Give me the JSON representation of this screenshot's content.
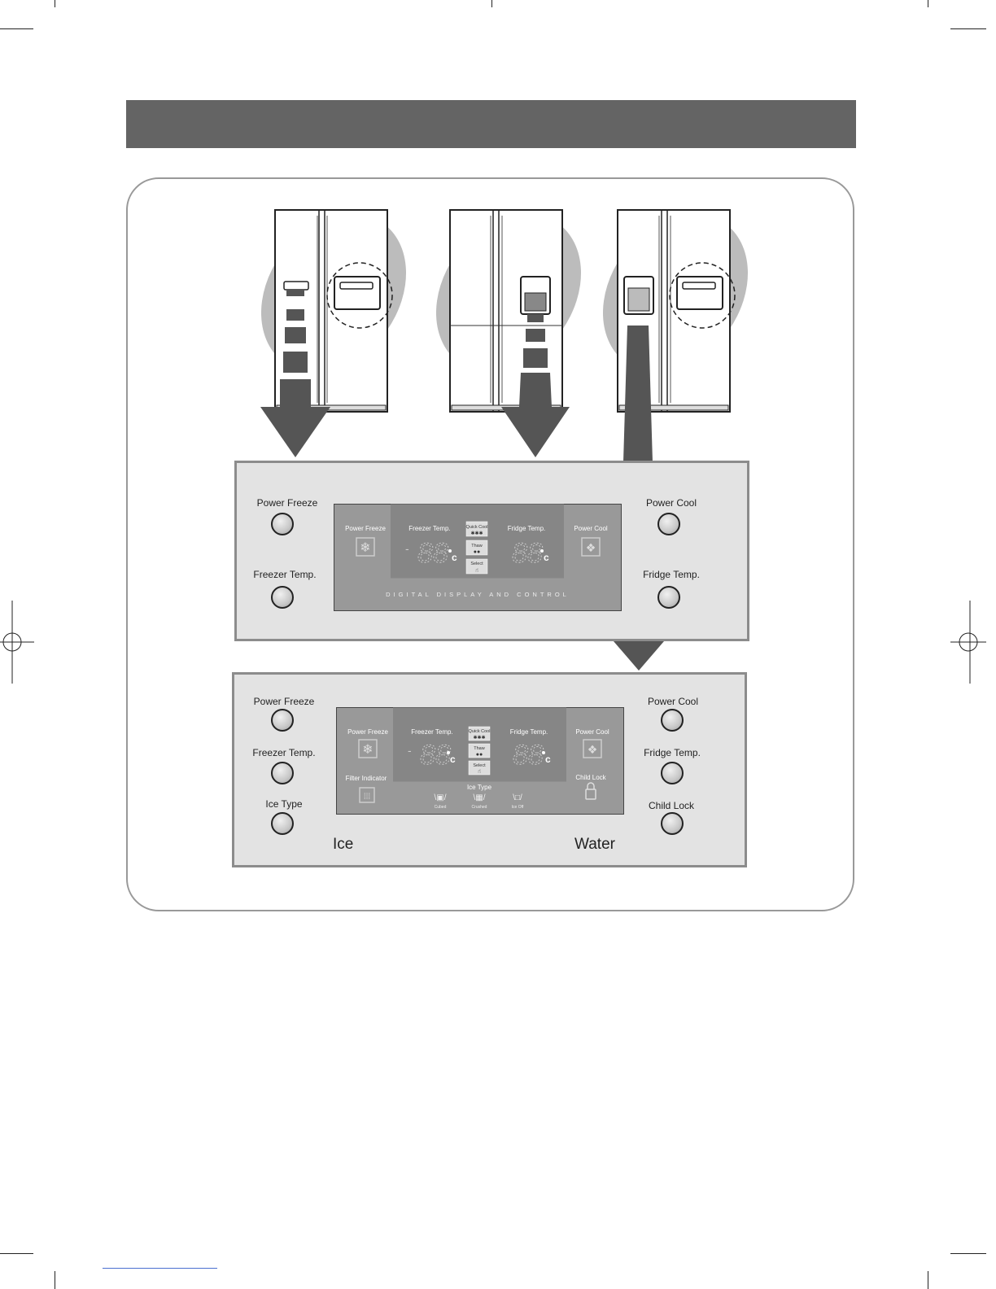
{
  "panel1": {
    "buttons": {
      "power_freeze": "Power Freeze",
      "freezer_temp": "Freezer Temp.",
      "power_cool": "Power Cool",
      "fridge_temp": "Fridge Temp."
    },
    "display": {
      "power_freeze": "Power Freeze",
      "freezer_temp": "Freezer Temp.",
      "fridge_temp": "Fridge Temp.",
      "power_cool": "Power Cool",
      "quick_cool": "Quick Cool",
      "thaw": "Thaw",
      "select": "Select",
      "digits": "88",
      "unit": "c",
      "caption": "DIGITAL DISPLAY AND CONTROL"
    }
  },
  "panel2": {
    "buttons": {
      "power_freeze": "Power Freeze",
      "freezer_temp": "Freezer Temp.",
      "ice_type": "Ice Type",
      "power_cool": "Power Cool",
      "fridge_temp": "Fridge Temp.",
      "child_lock": "Child Lock"
    },
    "display": {
      "power_freeze": "Power Freeze",
      "freezer_temp": "Freezer Temp.",
      "fridge_temp": "Fridge Temp.",
      "power_cool": "Power Cool",
      "quick_cool": "Quick Cool",
      "thaw": "Thaw",
      "select": "Select",
      "filter_indicator": "Filter Indicator",
      "child_lock": "Child Lock",
      "ice_type": "Ice Type",
      "cubed": "Cubed",
      "crushed": "Crushed",
      "ice_off": "Ice Off",
      "digits": "88",
      "unit": "c"
    },
    "ice_label": "Ice",
    "water_label": "Water"
  }
}
